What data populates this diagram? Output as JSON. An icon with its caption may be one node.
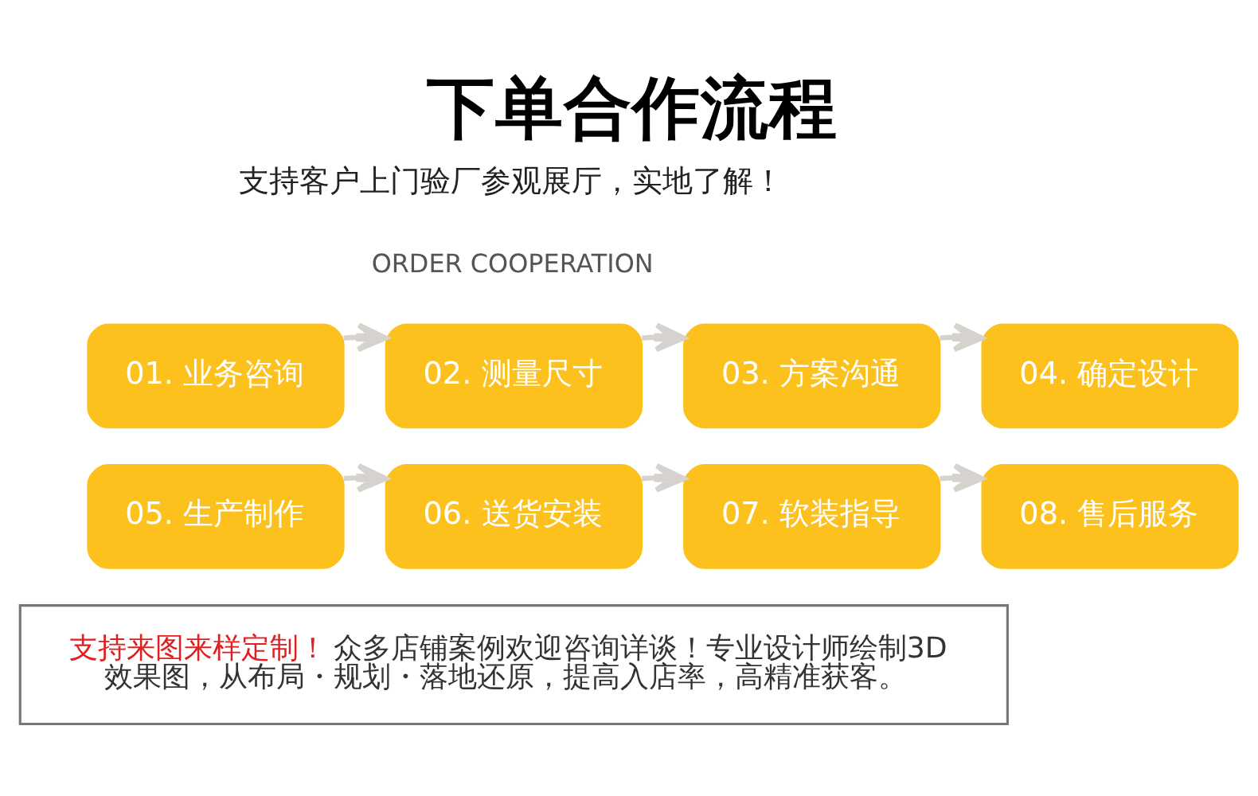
{
  "diagram": {
    "title": "下单合作流程",
    "nodes": [
      {
        "text": [
          "01. 业务咨询"
        ]
      },
      {
        "text": [
          "02. 测量尺寸"
        ]
      },
      {
        "text": [
          "03. 方案沟通"
        ]
      },
      {
        "text": [
          "04. 确定设计"
        ]
      },
      {
        "text": [
          "05. 生产制作"
        ]
      },
      {
        "text": [
          "06. 送货安装"
        ]
      },
      {
        "text": [
          "07. 软装指导"
        ]
      },
      {
        "text": [
          "08. 售后服务"
        ]
      },
      {
        "text": [
          "支持来图来样定制！",
          "众多店铺案例欢迎咨询详谈！专业设计师绘制3D效果图，从布局・规划・落地还原，提高入店率，高精准获客。"
        ]
      }
    ],
    "edges": [
      {
        "from": 0,
        "to": 1,
        "arrow": "to"
      },
      {
        "from": 1,
        "to": 2,
        "arrow": "to"
      },
      {
        "from": 2,
        "to": 3,
        "arrow": "to"
      },
      {
        "from": 4,
        "to": 5,
        "arrow": "to"
      },
      {
        "from": 5,
        "to": 6,
        "arrow": "to"
      },
      {
        "from": 6,
        "to": 7,
        "arrow": "to"
      }
    ],
    "labels": [
      "支持客户上门验厂参观展厅，实地了解！",
      "ORDER COOPERATION"
    ]
  }
}
